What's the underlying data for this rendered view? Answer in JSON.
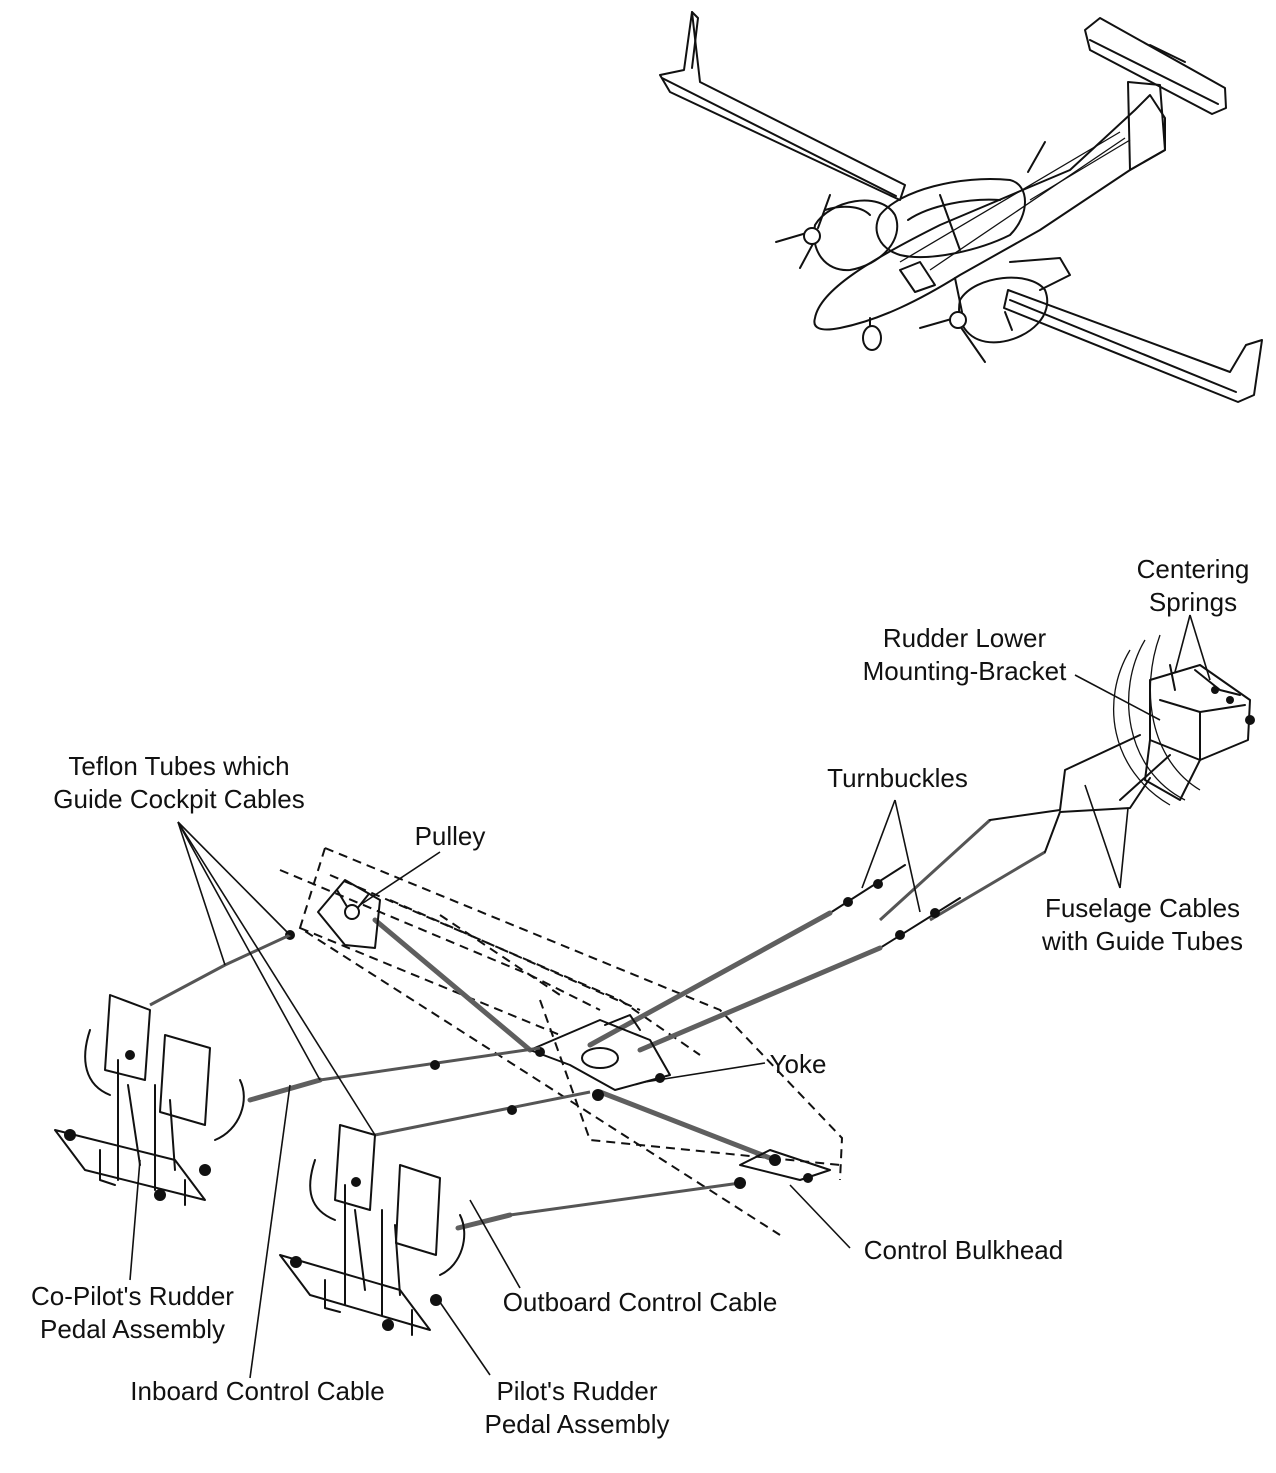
{
  "labels": {
    "centering_springs": [
      "Centering",
      "Springs"
    ],
    "rudder_bracket": [
      "Rudder Lower",
      "Mounting-Bracket"
    ],
    "teflon_tubes": [
      "Teflon Tubes which",
      "Guide Cockpit Cables"
    ],
    "turnbuckles": [
      "Turnbuckles"
    ],
    "pulley": [
      "Pulley"
    ],
    "fuselage_cables": [
      "Fuselage Cables",
      "with Guide Tubes"
    ],
    "yoke": [
      "Yoke"
    ],
    "control_bulkhead": [
      "Control Bulkhead"
    ],
    "outboard_cable": [
      "Outboard Control Cable"
    ],
    "copilot_pedal": [
      "Co-Pilot's Rudder",
      "Pedal Assembly"
    ],
    "inboard_cable": [
      "Inboard Control Cable"
    ],
    "pilot_pedal": [
      "Pilot's Rudder",
      "Pedal Assembly"
    ]
  },
  "icons": {
    "aircraft": "twin-engine-aircraft-illustration",
    "system": "rudder-control-system-illustration"
  }
}
